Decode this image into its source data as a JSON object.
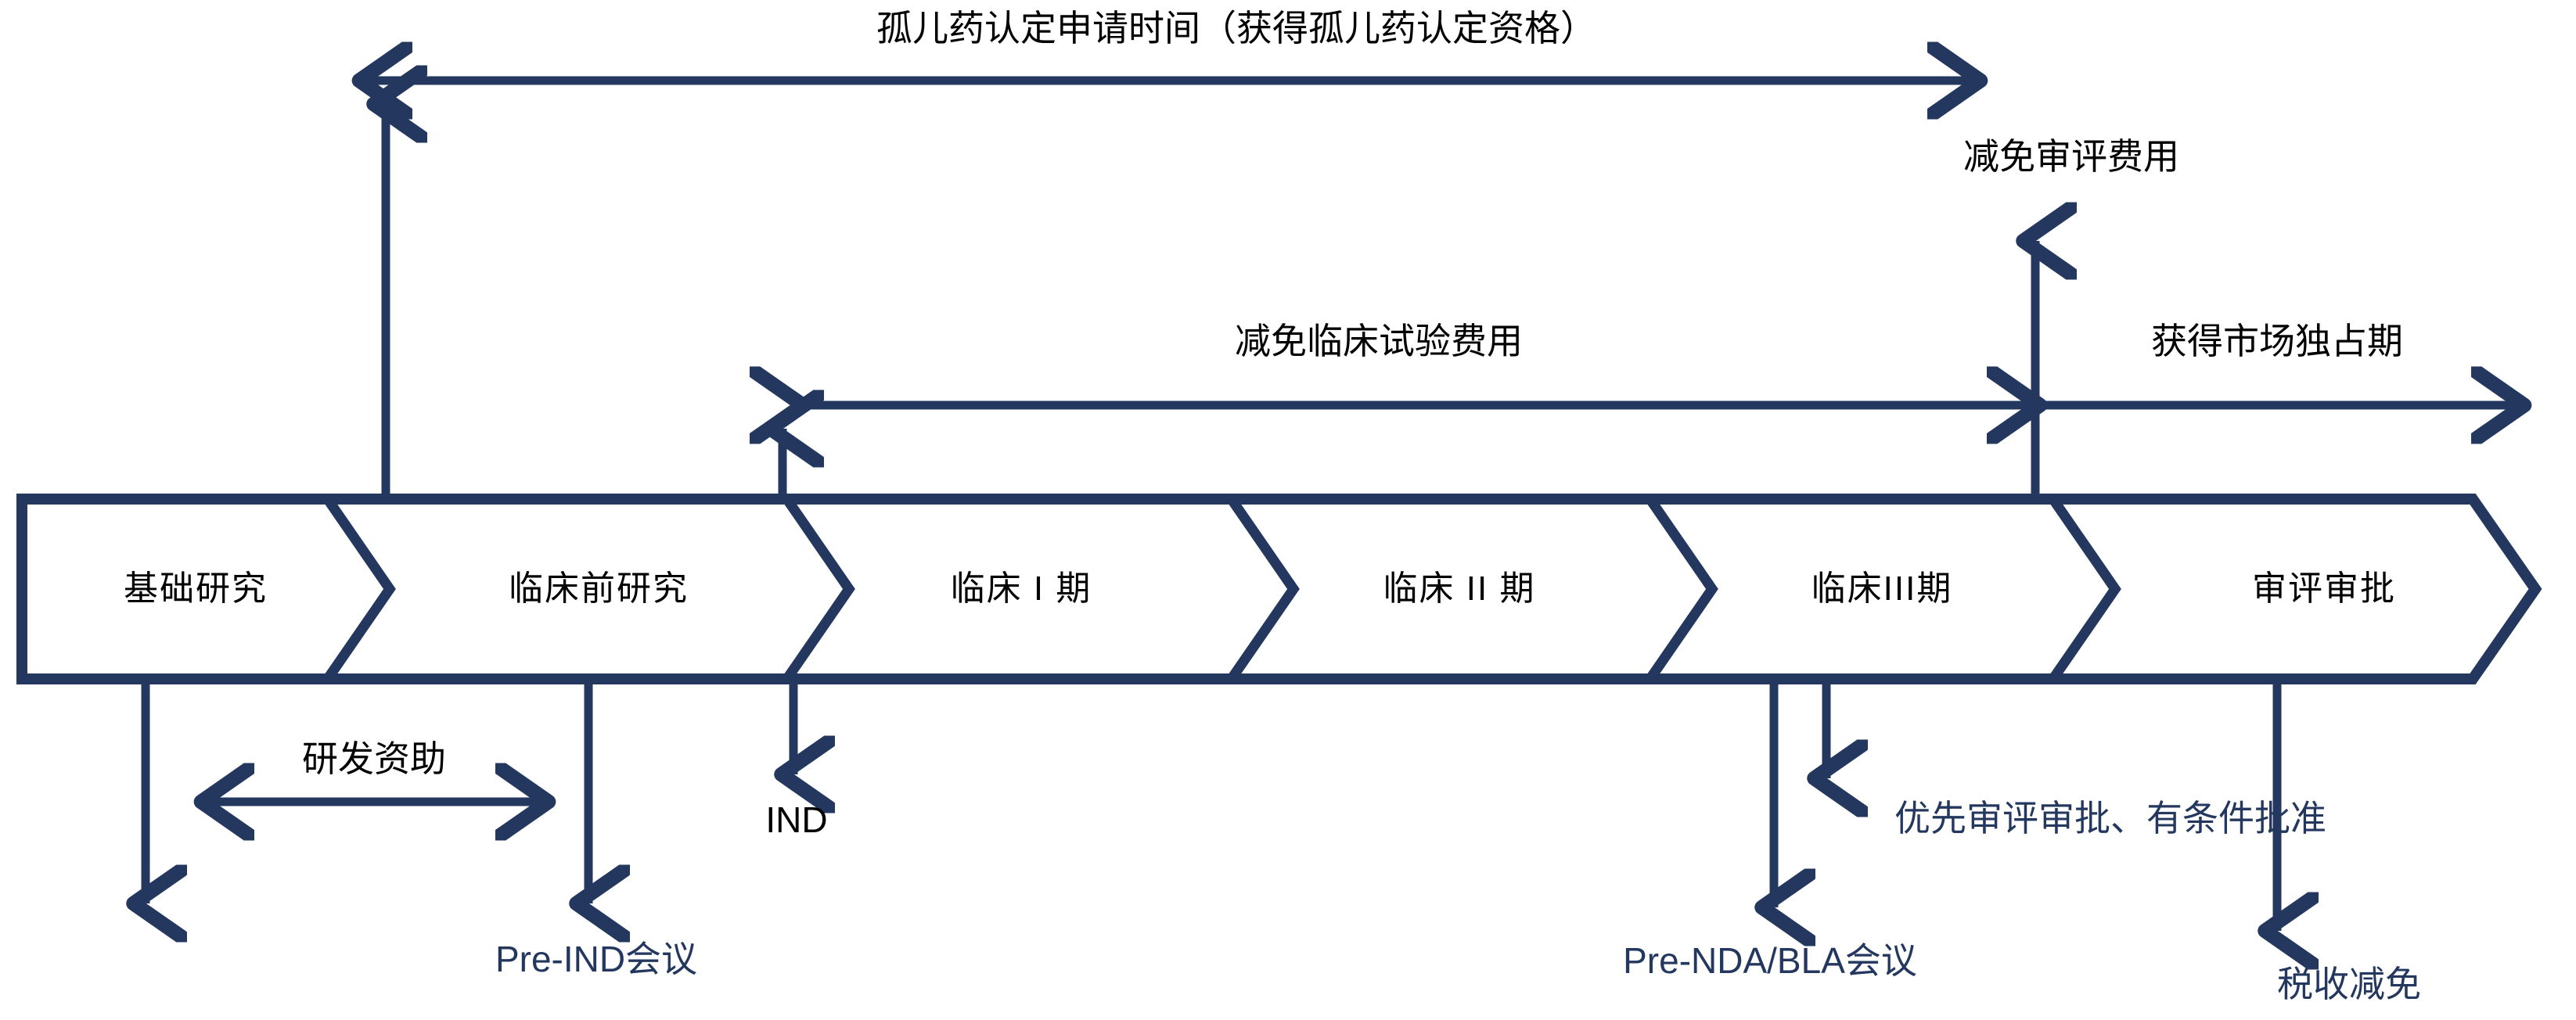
{
  "diagram": {
    "title_top": "孤儿药认定申请时间（获得孤儿药认定资格）",
    "colors": {
      "navy": "#24385F",
      "stage_border": "#24385F",
      "stage_fill": "#FFFFFF",
      "text_black": "#000000",
      "background": "#FFFFFF"
    },
    "stages": [
      {
        "id": "basic-research",
        "label": "基础研究"
      },
      {
        "id": "preclinical-research",
        "label": "临床前研究"
      },
      {
        "id": "clinical-phase-1",
        "label": "临床 I 期"
      },
      {
        "id": "clinical-phase-2",
        "label": "临床 II 期"
      },
      {
        "id": "clinical-phase-3",
        "label": "临床III期"
      },
      {
        "id": "review-approval",
        "label": "审评审批"
      }
    ],
    "annotations_above": [
      {
        "id": "orphan-drug-designation",
        "label": "孤儿药认定申请时间（获得孤儿药认定资格）"
      },
      {
        "id": "waive-review-fee",
        "label": "减免审评费用"
      },
      {
        "id": "waive-clinical-trial-fee",
        "label": "减免临床试验费用"
      },
      {
        "id": "market-exclusivity",
        "label": "获得市场独占期"
      }
    ],
    "annotations_below": [
      {
        "id": "rd-funding",
        "label": "研发资助",
        "color": "black"
      },
      {
        "id": "ind",
        "label": "IND",
        "color": "black"
      },
      {
        "id": "pre-ind-meeting",
        "label": "Pre-IND会议",
        "color": "navy"
      },
      {
        "id": "priority-review",
        "label": "优先审评审批、有条件批准",
        "color": "navy"
      },
      {
        "id": "pre-nda-bla-meeting",
        "label": "Pre-NDA/BLA会议",
        "color": "navy"
      },
      {
        "id": "tax-reduction",
        "label": "税收减免",
        "color": "navy"
      }
    ]
  }
}
